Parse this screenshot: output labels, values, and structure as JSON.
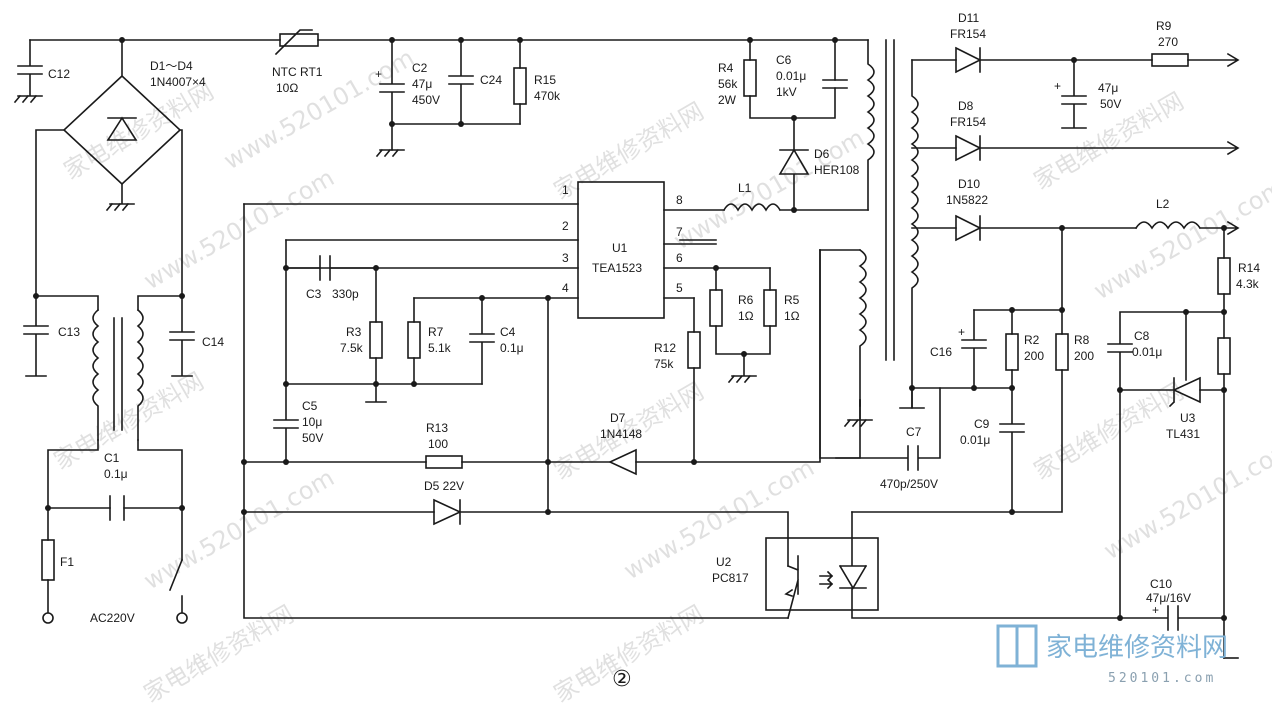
{
  "diagram": {
    "figure_number": "②",
    "components": {
      "c12": "C12",
      "bridge": [
        "D1～D4",
        "1N4007×4"
      ],
      "ntc": [
        "NTC RT1",
        "10Ω"
      ],
      "c2": [
        "C2",
        "47μ",
        "450V"
      ],
      "c24": "C24",
      "r15": [
        "R15",
        "470k"
      ],
      "r4": [
        "R4",
        "56k",
        "2W"
      ],
      "c6": [
        "C6",
        "0.01μ",
        "1kV"
      ],
      "d6": [
        "D6",
        "HER108"
      ],
      "d11": [
        "D11",
        "FR154"
      ],
      "d8": [
        "D8",
        "FR154"
      ],
      "d10": [
        "D10",
        "1N5822"
      ],
      "r9": [
        "R9",
        "270"
      ],
      "c_out": [
        "47μ",
        "50V"
      ],
      "l1": "L1",
      "l2": "L2",
      "u1": [
        "U1",
        "TEA1523"
      ],
      "c3": [
        "C3",
        "330p"
      ],
      "r3": [
        "R3",
        "7.5k"
      ],
      "r7": [
        "R7",
        "5.1k"
      ],
      "c4": [
        "C4",
        "0.1μ"
      ],
      "r6": [
        "R6",
        "1Ω"
      ],
      "r5": [
        "R5",
        "1Ω"
      ],
      "r12": [
        "R12",
        "75k"
      ],
      "c13": "C13",
      "c14": "C14",
      "c5": [
        "C5",
        "10μ",
        "50V"
      ],
      "r13": [
        "R13",
        "100"
      ],
      "d7": [
        "D7",
        "1N4148"
      ],
      "d5": "D5 22V",
      "c1": [
        "C1",
        "0.1μ"
      ],
      "f1": "F1",
      "ac": "AC220V",
      "u2": [
        "U2",
        "PC817"
      ],
      "c16": "C16",
      "r2": [
        "R2",
        "200"
      ],
      "r8": [
        "R8",
        "200"
      ],
      "c7": [
        "C7",
        "470p/250V"
      ],
      "c9": [
        "C9",
        "0.01μ"
      ],
      "c8": [
        "C8",
        "0.01μ"
      ],
      "r14": [
        "R14",
        "4.3k"
      ],
      "u3": [
        "U3",
        "TL431"
      ],
      "c10": [
        "C10",
        "47μ/16V"
      ]
    },
    "u1_pins": [
      "1",
      "2",
      "3",
      "4",
      "5",
      "6",
      "7",
      "8"
    ]
  },
  "watermark": {
    "site_cn": "家电维修资料网",
    "site_url": "www.520101.com",
    "logo_text": "家电维修资料网",
    "logo_url": "520101.com"
  }
}
